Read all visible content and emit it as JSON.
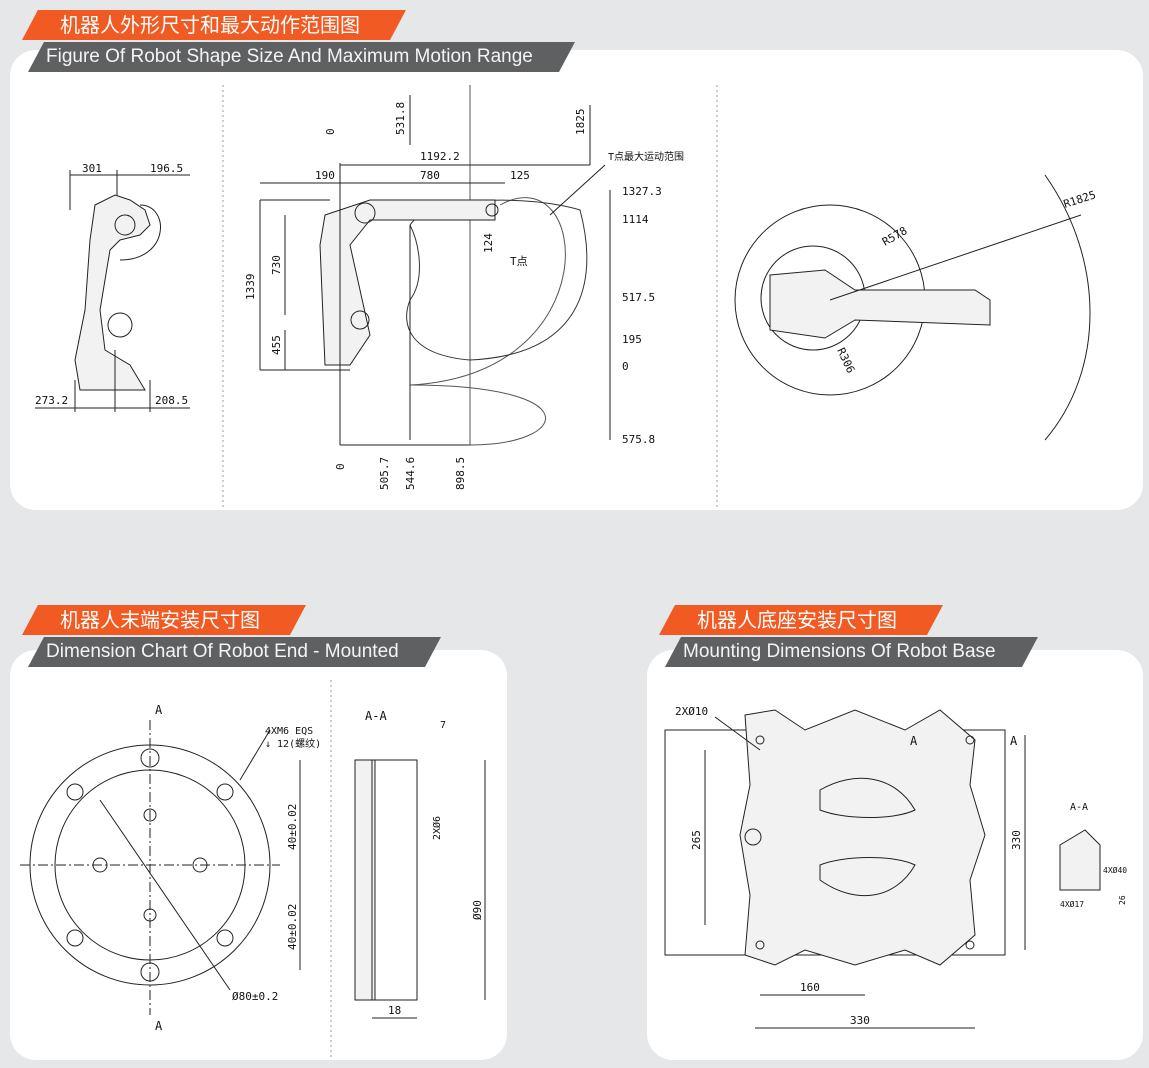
{
  "sections": {
    "shape": {
      "title_cn": "机器人外形尺寸和最大动作范围图",
      "title_en": "Figure Of Robot Shape Size And Maximum Motion Range"
    },
    "end": {
      "title_cn": "机器人末端安装尺寸图",
      "title_en": "Dimension Chart Of Robot End - Mounted"
    },
    "base": {
      "title_cn": "机器人底座安装尺寸图",
      "title_en": "Mounting Dimensions Of Robot Base"
    }
  },
  "front_view": {
    "top_left": "301",
    "top_right": "196.5",
    "bottom_left": "273.2",
    "bottom_right": "208.5"
  },
  "side_view": {
    "range_label": "T点最大运动范围",
    "t_point": "T点",
    "top_0": "0",
    "top_531": "531.8",
    "top_1825": "1825",
    "d_1192": "1192.2",
    "d_190": "190",
    "d_780": "780",
    "d_125": "125",
    "d_124": "124",
    "h_1339": "1339",
    "h_730": "730",
    "h_455": "455",
    "r_1327": "1327.3",
    "r_1114": "1114",
    "r_517": "517.5",
    "r_195": "195",
    "r_0": "0",
    "r_575": "575.8",
    "bottom_0": "0",
    "bottom_505": "505.7",
    "bottom_544": "544.6",
    "bottom_898": "898.5"
  },
  "top_view": {
    "r1825": "R1825",
    "r578": "R578",
    "r306": "R306"
  },
  "flange": {
    "a_top": "A",
    "a_bottom": "A",
    "thread": "4XM6 EQS",
    "depth": "↓ 12(螺纹)",
    "dim_40a": "40±0.02",
    "dim_40b": "40±0.02",
    "dia80": "Ø80±0.2",
    "section": "A-A",
    "dim_7": "7",
    "dim_6": "2XØ6",
    "dim_90": "Ø90",
    "dim_18": "18"
  },
  "base": {
    "pin": "2XØ10",
    "a1": "A",
    "a2": "A",
    "dim_265": "265",
    "dim_330v": "330",
    "dim_160": "160",
    "dim_330h": "330",
    "section": "A-A",
    "d40": "4XØ40",
    "d17": "4XØ17",
    "d26": "26"
  }
}
